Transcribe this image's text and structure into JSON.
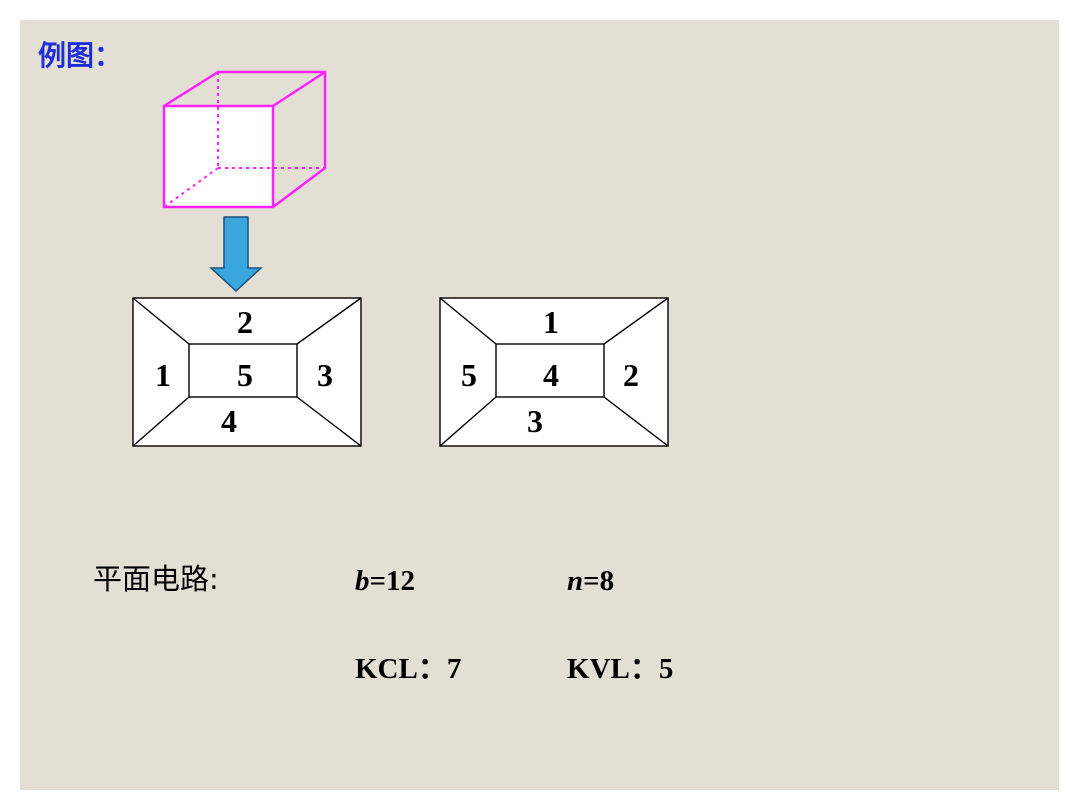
{
  "slide": {
    "title": "例图：",
    "colors": {
      "background": "#e4dfd5",
      "title": "#1f2fd8",
      "cube": "#ff22ff",
      "arrow": "#3aa6de"
    }
  },
  "cube": {
    "description_icon": "cube-icon"
  },
  "arrow": {
    "icon": "down-arrow-icon"
  },
  "graph_left": {
    "labels": {
      "top": "2",
      "left": "1",
      "center": "5",
      "right": "3",
      "bottom": "4"
    }
  },
  "graph_right": {
    "labels": {
      "top": "1",
      "left": "5",
      "center": "4",
      "right": "2",
      "bottom": "3"
    }
  },
  "summary": {
    "label": "平面电路:",
    "b_var": "b",
    "b_val": "=12",
    "n_var": "n",
    "n_val": "=8",
    "kcl": "KCL：7",
    "kvl": "KVL：5"
  }
}
